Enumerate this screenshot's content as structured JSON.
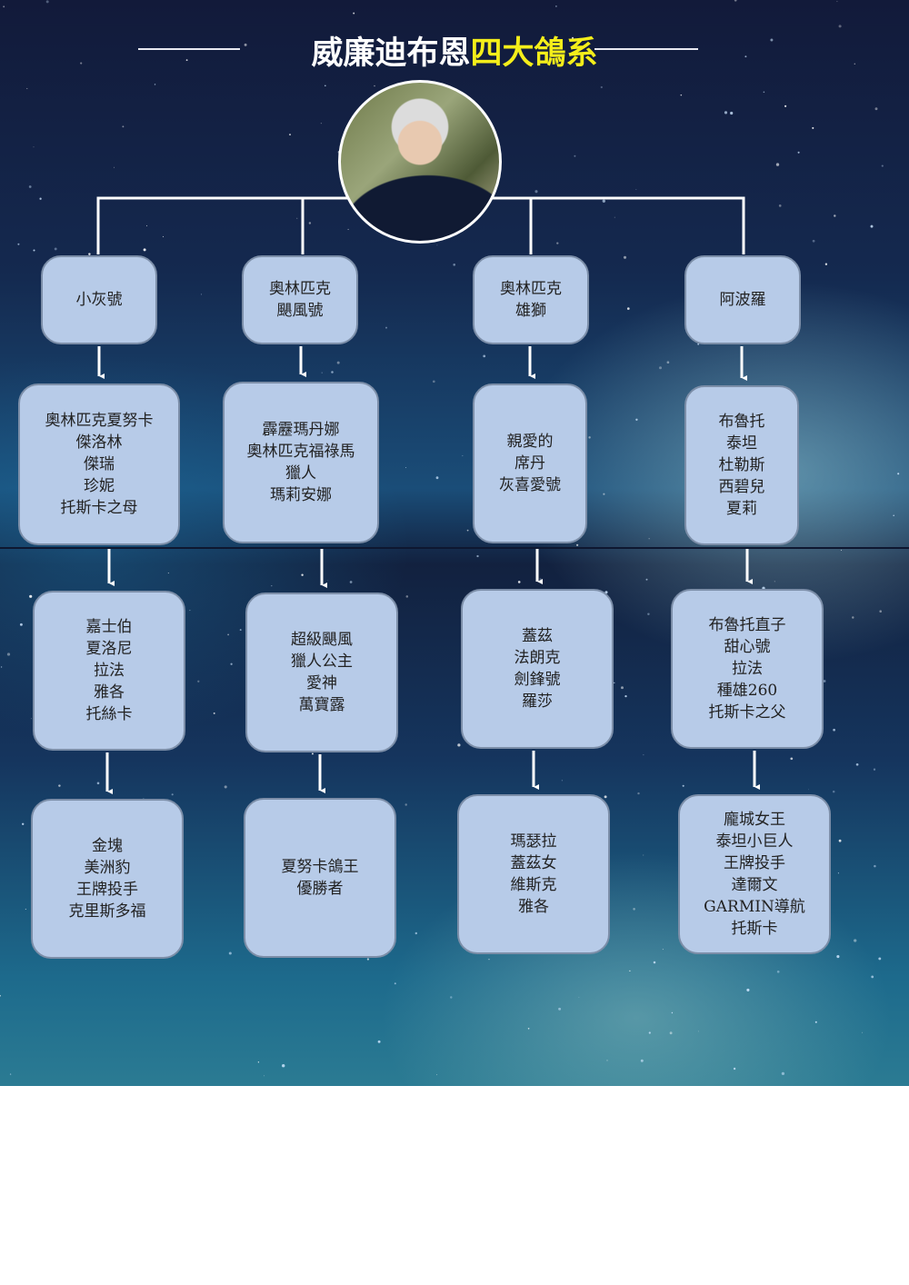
{
  "title": {
    "part1": "威廉迪布恩",
    "part2": "四大鴿系"
  },
  "photo": {
    "label": "portrait"
  },
  "columns": [
    {
      "rows": [
        [
          "小灰號"
        ],
        [
          "奧林匹克夏努卡",
          "傑洛林",
          "傑瑞",
          "珍妮",
          "托斯卡之母"
        ],
        [
          "嘉士伯",
          "夏洛尼",
          "拉法",
          "雅各",
          "托絲卡"
        ],
        [
          "金塊",
          "美洲豹",
          "王牌投手",
          "克里斯多福"
        ]
      ]
    },
    {
      "rows": [
        [
          "奧林匹克",
          "颶風號"
        ],
        [
          "霹靂瑪丹娜",
          "奧林匹克福祿馬",
          "獵人",
          "瑪莉安娜"
        ],
        [
          "超級颶風",
          "獵人公主",
          "愛神",
          "萬寶露"
        ],
        [
          "夏努卡鴿王",
          "優勝者"
        ]
      ]
    },
    {
      "rows": [
        [
          "奧林匹克",
          "雄獅"
        ],
        [
          "親愛的",
          "席丹",
          "灰喜愛號"
        ],
        [
          "蓋茲",
          "法朗克",
          "劍鋒號",
          "羅莎"
        ],
        [
          "瑪瑟拉",
          "蓋茲女",
          "維斯克",
          "雅各"
        ]
      ]
    },
    {
      "rows": [
        [
          "阿波羅"
        ],
        [
          "布魯托",
          "泰坦",
          "杜勒斯",
          "西碧兒",
          "夏莉"
        ],
        [
          "布魯托直子",
          "甜心號",
          "拉法",
          "種雄260",
          "托斯卡之父"
        ],
        [
          "龐城女王",
          "泰坦小巨人",
          "王牌投手",
          "達爾文",
          "GARMIN導航",
          "托斯卡"
        ]
      ]
    }
  ]
}
